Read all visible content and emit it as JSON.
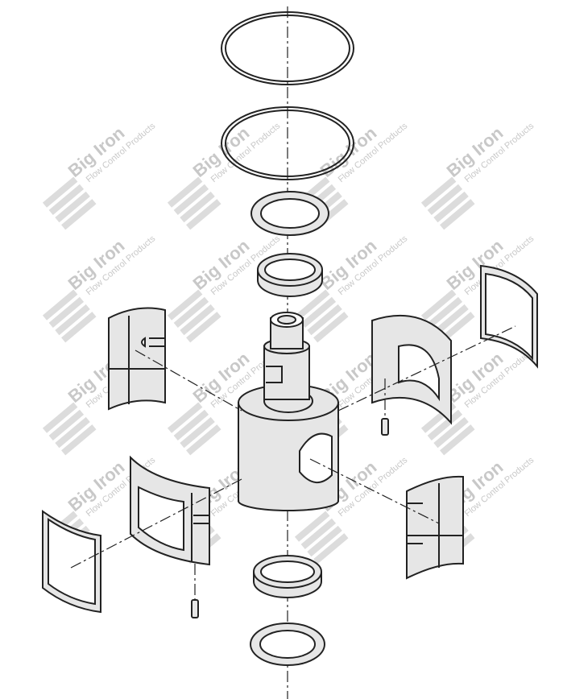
{
  "diagram": {
    "type": "exploded-assembly",
    "colors": {
      "line": "#222222",
      "fill": "#e6e6e6",
      "watermark": "#c8c8c8"
    }
  },
  "watermark": {
    "brand": "Big Iron",
    "tagline": "Flow Control Products"
  }
}
